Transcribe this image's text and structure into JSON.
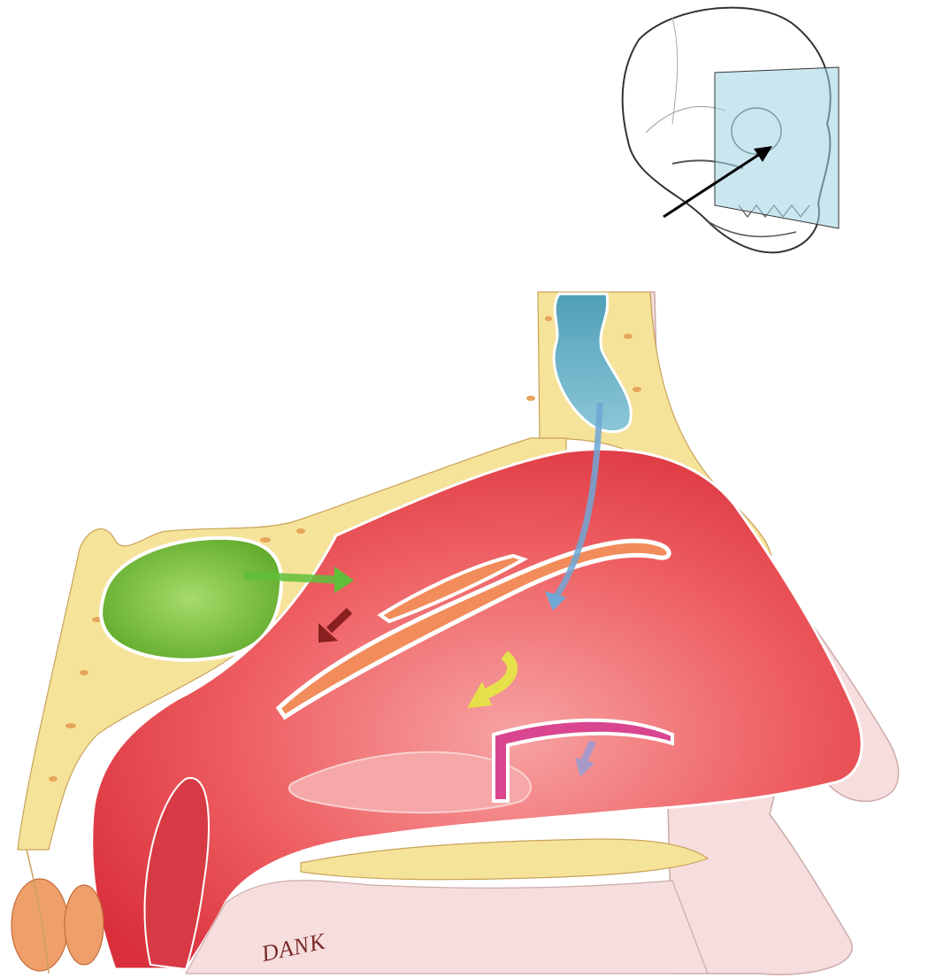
{
  "figure": {
    "signature_text": "DANK",
    "colors": {
      "background": "#ffffff",
      "mucosa": "#e8454f",
      "mucosa_light": "#f28c8c",
      "bone": "#f6e39a",
      "bone_spots": "#e6a55a",
      "soft_tissue": "#f7dede",
      "sphenoid_sinus": "#7cc23d",
      "frontal_sinus": "#5fa9bf",
      "adenoid": "#ef9f6a",
      "duct": "#d9468f"
    },
    "arrows": [
      {
        "from": "sphenoid-sinus",
        "color": "#5fbf3a",
        "icon": "green-arrow-icon"
      },
      {
        "from": "posterior-ethmoid",
        "color": "#8a1f1f",
        "icon": "dark-red-arrow-icon"
      },
      {
        "from": "frontal-sinus",
        "color": "#6fa8d6",
        "icon": "blue-arrow-icon"
      },
      {
        "from": "maxillary-ostium",
        "color": "#e6e04a",
        "icon": "yellow-arrow-icon"
      },
      {
        "from": "nasolacrimal-duct",
        "color": "#a79ac9",
        "icon": "lavender-arrow-icon"
      }
    ],
    "inset": {
      "description_icon": "skull-sagittal-plane-icon",
      "plane_color": "#9fd3e3",
      "arrow_color": "#000000"
    }
  }
}
